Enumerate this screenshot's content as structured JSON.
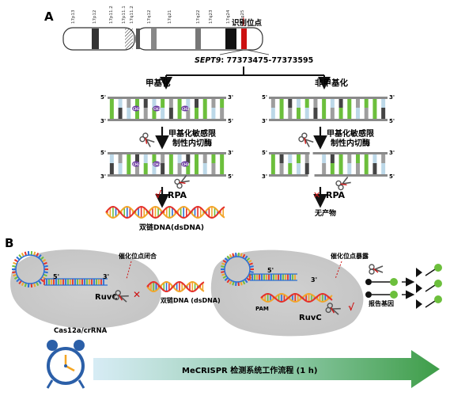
{
  "panel_a": {
    "label": "A",
    "bands": [
      "17p13",
      "17p12",
      "17p11.2",
      "17p11.1",
      "17q11.2",
      "17q12",
      "17q21",
      "17q22",
      "17q23",
      "17q24",
      "17q25"
    ],
    "site_label": "识别位点",
    "gene": "SEPT9",
    "coords": ": 77373475-77373595",
    "methyl_title": "甲基化",
    "unmethyl_title": "非甲基化",
    "enzyme_line1": "甲基化敏感限",
    "enzyme_line2": "制性内切酶",
    "ch3": "CH3",
    "rpa": "RPA",
    "dsdna_result": "双链DNA(dsDNA)",
    "no_product": "无产物",
    "prime5": "5'",
    "prime3": "3'",
    "check": "√",
    "cross": "✕"
  },
  "panel_b": {
    "label": "B",
    "closed_site": "催化位点闭合",
    "exposed_site": "催化位点暴露",
    "ruvc": "RuvC",
    "dsdna": "双链DNA (dsDNA)",
    "pam": "PAM",
    "reporter": "报告基因",
    "complex": "Cas12a/crRNA",
    "prime5": "5'",
    "prime3": "3'"
  },
  "workflow": {
    "label": "MeCRISPR 检测系统工作流程 (1 h)"
  },
  "colors": {
    "green": "#6cbf3c",
    "gray": "#9e9e9e",
    "lightblue": "#bcd8e8",
    "purple": "#6a3aa0",
    "red": "#cc1111",
    "arrow_grad_start": "#cfe8f3",
    "arrow_grad_end": "#3e9d48"
  }
}
